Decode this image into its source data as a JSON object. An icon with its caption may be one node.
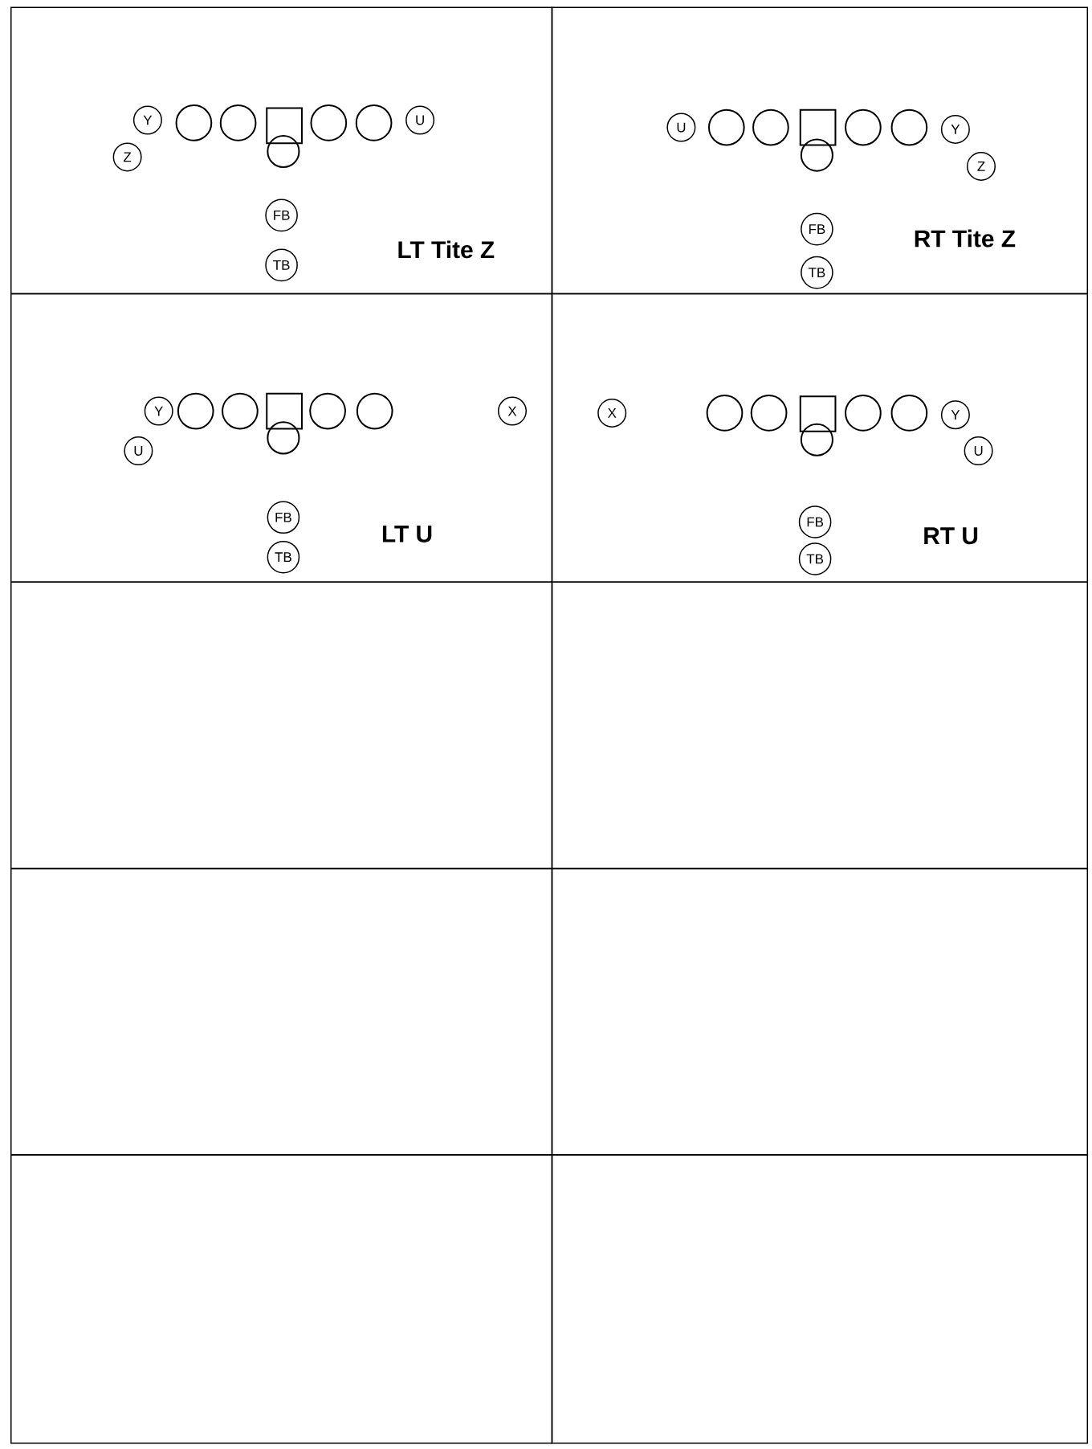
{
  "diagram": {
    "nodes": [
      {
        "text": [
          "LT Tite Z"
        ]
      },
      {
        "text": [
          "Y"
        ],
        "in": 0
      },
      {
        "text": [],
        "shape": "circle",
        "in": 0
      },
      {
        "text": [],
        "shape": "circle",
        "in": 0
      },
      {
        "text": [],
        "shape": "box",
        "in": 0
      },
      {
        "text": [],
        "shape": "circle",
        "in": 0
      },
      {
        "text": [],
        "shape": "circle",
        "in": 0
      },
      {
        "text": [
          "U"
        ],
        "in": 0
      },
      {
        "text": [],
        "shape": "circle",
        "in": 0
      },
      {
        "text": [
          "Z"
        ],
        "in": 0
      },
      {
        "text": [
          "FB"
        ],
        "in": 0
      },
      {
        "text": [
          "TB"
        ],
        "in": 0
      },
      {
        "text": [
          "RT Tite Z"
        ]
      },
      {
        "text": [
          "U"
        ],
        "in": 12
      },
      {
        "text": [],
        "shape": "circle",
        "in": 12
      },
      {
        "text": [],
        "shape": "circle",
        "in": 12
      },
      {
        "text": [],
        "shape": "box",
        "in": 12
      },
      {
        "text": [],
        "shape": "circle",
        "in": 12
      },
      {
        "text": [],
        "shape": "circle",
        "in": 12
      },
      {
        "text": [
          "Y"
        ],
        "in": 12
      },
      {
        "text": [],
        "shape": "circle",
        "in": 12
      },
      {
        "text": [
          "Z"
        ],
        "in": 12
      },
      {
        "text": [
          "FB"
        ],
        "in": 12
      },
      {
        "text": [
          "TB"
        ],
        "in": 12
      },
      {
        "text": [
          "LT U"
        ]
      },
      {
        "text": [
          "Y"
        ],
        "in": 24
      },
      {
        "text": [],
        "shape": "circle",
        "in": 24
      },
      {
        "text": [],
        "shape": "circle",
        "in": 24
      },
      {
        "text": [],
        "shape": "box",
        "in": 24
      },
      {
        "text": [],
        "shape": "circle",
        "in": 24
      },
      {
        "text": [],
        "shape": "circle",
        "in": 24
      },
      {
        "text": [
          "X"
        ],
        "in": 24
      },
      {
        "text": [],
        "shape": "circle",
        "in": 24
      },
      {
        "text": [
          "U"
        ],
        "in": 24
      },
      {
        "text": [
          "FB"
        ],
        "in": 24
      },
      {
        "text": [
          "TB"
        ],
        "in": 24
      },
      {
        "text": [
          "RT U"
        ]
      },
      {
        "text": [
          "X"
        ],
        "in": 36
      },
      {
        "text": [],
        "shape": "circle",
        "in": 36
      },
      {
        "text": [],
        "shape": "circle",
        "in": 36
      },
      {
        "text": [],
        "shape": "box",
        "in": 36
      },
      {
        "text": [],
        "shape": "circle",
        "in": 36
      },
      {
        "text": [],
        "shape": "circle",
        "in": 36
      },
      {
        "text": [
          "Y"
        ],
        "in": 36
      },
      {
        "text": [],
        "shape": "circle",
        "in": 36
      },
      {
        "text": [
          "U"
        ],
        "in": 36
      },
      {
        "text": [
          "FB"
        ],
        "in": 36
      },
      {
        "text": [
          "TB"
        ],
        "in": 36
      },
      {
        "text": [],
        "shape": "box"
      },
      {
        "text": [],
        "shape": "box"
      },
      {
        "text": [],
        "shape": "box"
      },
      {
        "text": [],
        "shape": "box"
      },
      {
        "text": [],
        "shape": "box"
      },
      {
        "text": [],
        "shape": "box"
      }
    ]
  }
}
